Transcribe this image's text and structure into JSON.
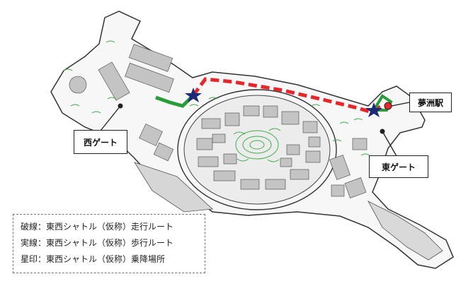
{
  "labels": {
    "station": "夢洲駅",
    "west_gate": "西ゲート",
    "east_gate": "東ゲート"
  },
  "legend": {
    "rows": [
      "破線：東西シャトル（仮称）走行ルート",
      "実線：東西シャトル（仮称）歩行ルート",
      "星印：東西シャトル（仮称）乗降場所"
    ]
  },
  "colors": {
    "driving_route": "#e8262a",
    "walking_route": "#2a9c3a",
    "stop_marker": "#1c2a78",
    "greenery": "#3fae4a"
  },
  "icons": {
    "stop": "star-icon",
    "gate_point": "dot-icon"
  }
}
